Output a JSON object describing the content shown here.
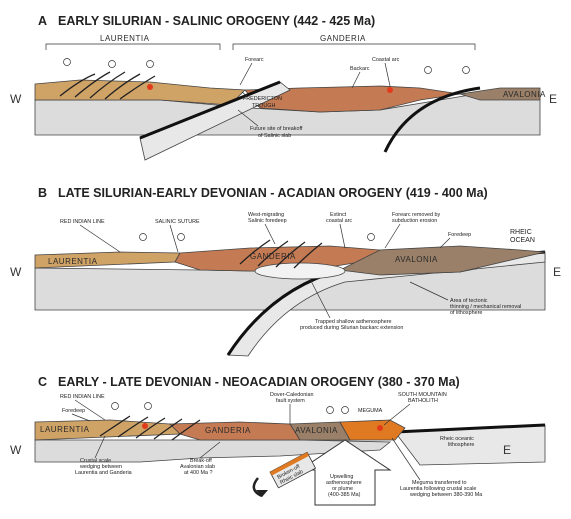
{
  "panels": [
    {
      "letter": "A",
      "title": "EARLY SILURIAN - SALINIC OROGENY (442 - 425 Ma)",
      "terranes": [
        "LAURENTIA",
        "GANDERIA",
        "AVALONIA"
      ],
      "directions": {
        "west": "W",
        "east": "E"
      },
      "labels": {
        "forearc": "Forearc",
        "backarc": "Backarc",
        "coastal_arc": "Coastal arc",
        "fredericton_1": "FREDERICTON",
        "fredericton_2": "TROUGH",
        "breakoff_1": "Future site of breakoff",
        "breakoff_2": "of Salinic slab"
      }
    },
    {
      "letter": "B",
      "title": "LATE SILURIAN-EARLY DEVONIAN - ACADIAN OROGENY (419 - 400 Ma)",
      "terranes": [
        "LAURENTIA",
        "GANDERIA",
        "AVALONIA"
      ],
      "directions": {
        "west": "W",
        "east": "E"
      },
      "labels": {
        "red_indian_line": "RED INDIAN LINE",
        "salinic_suture": "SALINIC SUTURE",
        "westward_1": "West-migrating",
        "westward_2": "Salinic foredeep",
        "extinct_1": "Extinct",
        "extinct_2": "coastal arc",
        "forearc_removed_1": "Forearc removed by",
        "forearc_removed_2": "subduction erosion",
        "foredeep": "Foredeep",
        "rheic_1": "RHEIC",
        "rheic_2": "OCEAN",
        "tectonic_1": "Area of tectonic",
        "tectonic_2": "thinning / mechanical removal",
        "tectonic_3": "of lithosphere",
        "trapped_1": "Trapped shallow asthenosphere",
        "trapped_2": "produced during Silurian backarc extension"
      }
    },
    {
      "letter": "C",
      "title": "EARLY - LATE DEVONIAN - NEOACADIAN OROGENY (380 - 370 Ma)",
      "terranes": [
        "LAURENTIA",
        "GANDERIA",
        "AVALONIA",
        "MEGUMA"
      ],
      "directions": {
        "west": "W",
        "east": "E"
      },
      "labels": {
        "red_indian_line": "RED INDIAN LINE",
        "foredeep": "Foredeep",
        "dover_1": "Dover-Caledonian",
        "dover_2": "fault system",
        "south_mountain_1": "SOUTH MOUNTAIN",
        "south_mountain_2": "BATHOLITH",
        "crustal_1": "Crustal scale",
        "crustal_2": "wedging between",
        "crustal_3": "Laurentia and Ganderia",
        "breakoff_1": "Break-off",
        "breakoff_2": "Avalonian slab",
        "breakoff_3": "at 400 Ma ?",
        "rheic_1": "Rheic oceanic",
        "rheic_2": "lithosphere",
        "meguma_1": "Meguma transferred to",
        "meguma_2": "Laurentia following crustal scale",
        "meguma_3": "wedging between 380-390 Ma",
        "broken_1": "Broken-off",
        "broken_2": "Rheic slab",
        "upwelling_1": "Upwelling",
        "upwelling_2": "asthenosphere",
        "upwelling_3": "or plume",
        "upwelling_4": "(400-385 Ma)"
      }
    }
  ],
  "colors": {
    "laurentia": "#cfa266",
    "ganderia": "#c47a52",
    "avalonia": "#9a8068",
    "meguma": "#e07a22",
    "mantle": "#dcdcdc",
    "slab": "#e8e8e8",
    "magma": "#e23a1a"
  }
}
